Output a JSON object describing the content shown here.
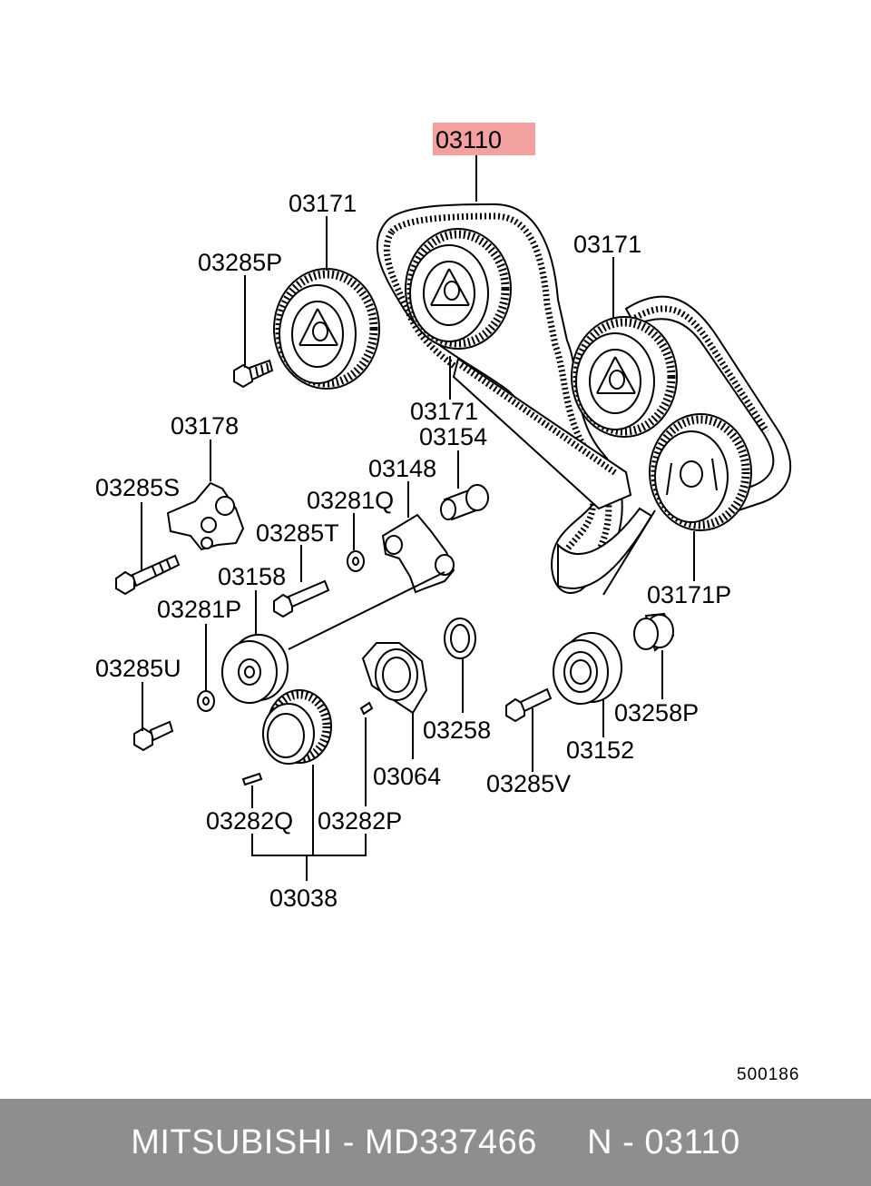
{
  "highlight": {
    "label": "03110",
    "color": "#f3a0a0"
  },
  "callouts": {
    "c03171_a": "03171",
    "c03171_b": "03171",
    "c03171_c": "03171",
    "c03171p": "03171P",
    "c03285p": "03285P",
    "c03178": "03178",
    "c03154": "03154",
    "c03148": "03148",
    "c03285s": "03285S",
    "c03281q": "03281Q",
    "c03285t": "03285T",
    "c03158": "03158",
    "c03281p": "03281P",
    "c03285u": "03285U",
    "c03258": "03258",
    "c03258p": "03258P",
    "c03152": "03152",
    "c03064": "03064",
    "c03285v": "03285V",
    "c03282q": "03282Q",
    "c03282p": "03282P",
    "c03038": "03038"
  },
  "reference_code": "500186",
  "footer": {
    "text": "MITSUBISHI - MD337466     N - 03110",
    "background": "#8e8e8e",
    "color": "#ffffff"
  }
}
